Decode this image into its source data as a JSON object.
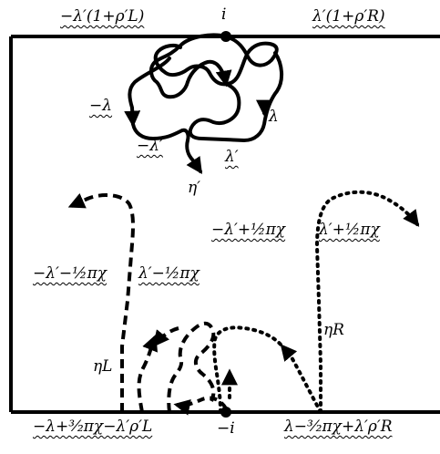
{
  "labels": {
    "top_left_boundary": "−λ′(1+ρ′L)",
    "top_point": "i",
    "top_right_boundary": "λ′(1+ρ′R)",
    "loop_left": "−λ",
    "loop_right": "λ",
    "loop_bottom_left": "−λ′",
    "loop_bottom_right": "λ′",
    "eta_prime": "η′",
    "left_curve_left": "−λ′−½πχ",
    "left_curve_right": "λ′−½πχ",
    "right_curve_left": "−λ′+½πχ",
    "right_curve_right": "λ′+½πχ",
    "eta_L": "ηL",
    "eta_R": "ηR",
    "bottom_left_boundary": "−λ+³⁄₂πχ−λ′ρ′L",
    "bottom_point": "−i",
    "bottom_right_boundary": "λ−³⁄₂πχ+λ′ρ′R"
  },
  "colors": {
    "ink": "#000000",
    "background": "#ffffff"
  }
}
